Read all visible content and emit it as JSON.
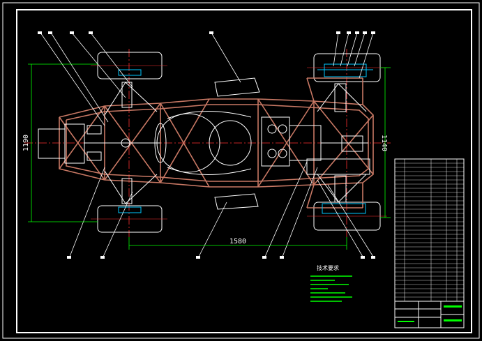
{
  "drawing": {
    "dimensions": {
      "wheelbase": "1580",
      "front_track": "1190",
      "rear_track": "1140"
    },
    "notes_title": "技术要求"
  },
  "colors": {
    "background": "#000000",
    "frame": "#c87864",
    "outline": "#ffffff",
    "dimension": "#00ff00",
    "centerline": "#ff3030",
    "accent": "#00c8ff",
    "notes": "#00ff00"
  }
}
